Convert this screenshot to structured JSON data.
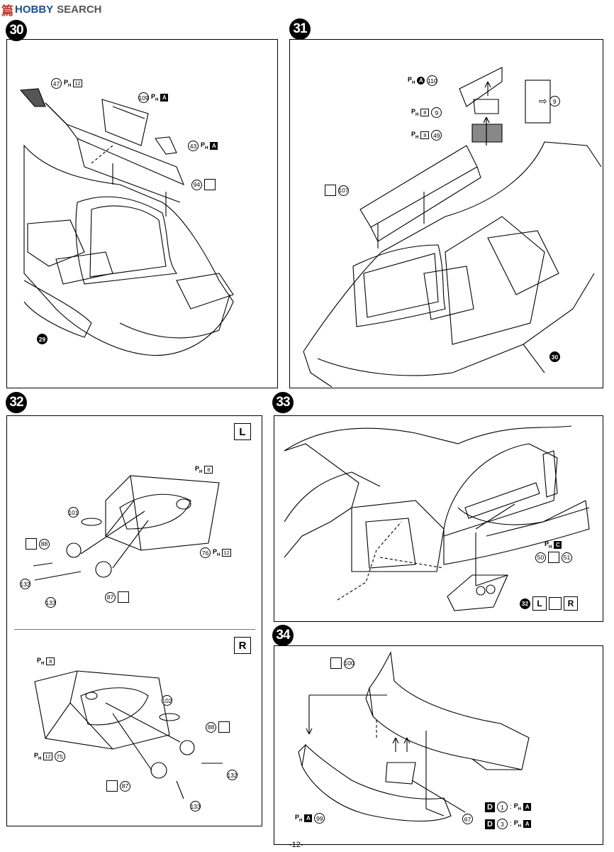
{
  "watermark": {
    "logo": "篇",
    "brand_a": "HOBBY",
    "brand_b": "SEARCH"
  },
  "steps": {
    "s30": {
      "number": "30",
      "parts": {
        "p47": "47",
        "p12": "12",
        "p109": "109",
        "pA": "A",
        "p43": "43",
        "pA2": "A",
        "p94": "94",
        "p29": "29"
      }
    },
    "s31": {
      "number": "31",
      "parts": {
        "p110": "110",
        "pA": "A",
        "p8a": "8",
        "p9": "9",
        "p8b": "8",
        "p49": "49",
        "p9b": "9",
        "p107": "107",
        "p30": "30"
      }
    },
    "s32": {
      "number": "32",
      "side_L": "L",
      "side_R": "R",
      "left": {
        "p8": "8",
        "p101": "101",
        "p88": "88",
        "p76": "76",
        "p12": "12",
        "p132": "132",
        "p133": "133",
        "p87": "87"
      },
      "right": {
        "p8": "8",
        "p102": "102",
        "p88": "88",
        "p75": "75",
        "p12": "12",
        "p132": "132",
        "p87": "87",
        "p133": "133"
      }
    },
    "s33": {
      "number": "33",
      "parts": {
        "pC": "C",
        "p50": "50",
        "p51": "51",
        "ref": "32",
        "L": "L",
        "R": "R"
      }
    },
    "s34": {
      "number": "34",
      "parts": {
        "p100": "100",
        "p99": "99",
        "pA": "A",
        "p67": "67"
      },
      "decals": [
        {
          "d": "D",
          "n": "1",
          "sep": ":",
          "ph": "A"
        },
        {
          "d": "D",
          "n": "3",
          "sep": ":",
          "ph": "A"
        }
      ]
    }
  },
  "ph_prefix": "P",
  "ph_sub": "H",
  "arrow_ref": "⇨",
  "page_number": "-12-"
}
